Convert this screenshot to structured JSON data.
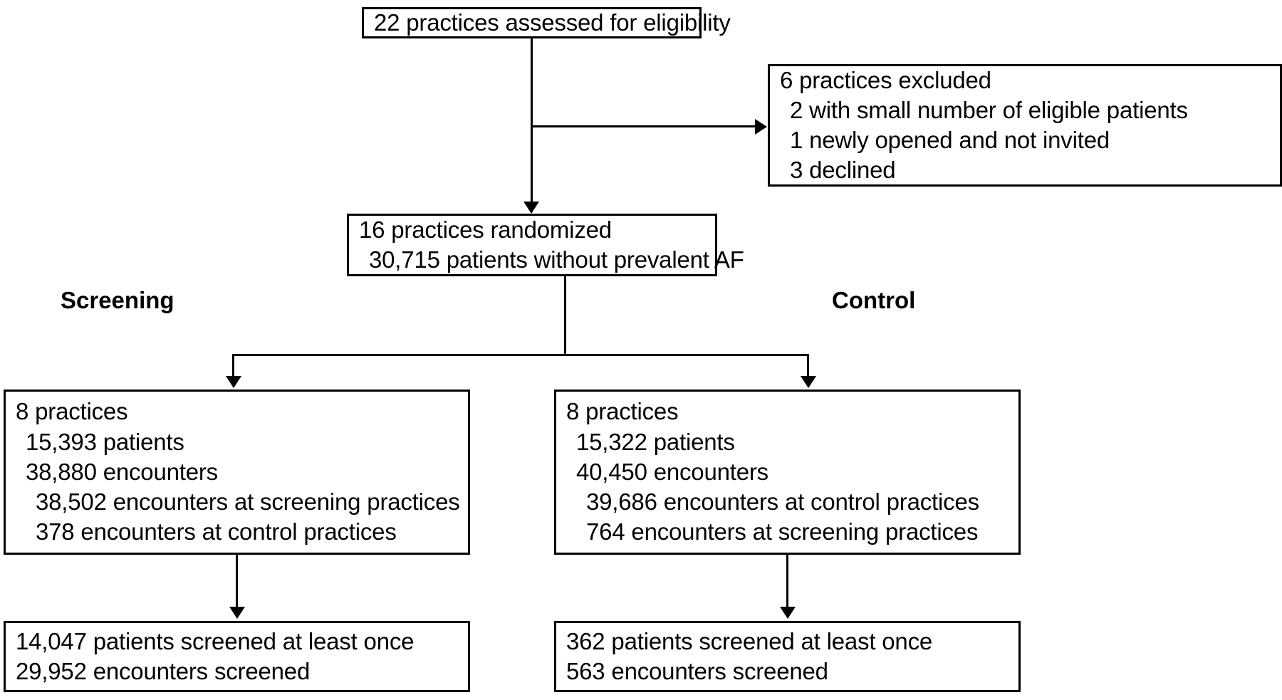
{
  "diagram": {
    "type": "flowchart",
    "title": "CONSORT participant flow diagram",
    "colors": {
      "stroke": "#000000",
      "background": "#ffffff",
      "text": "#000000"
    },
    "group_labels": {
      "left": "Screening",
      "right": "Control"
    },
    "nodes": {
      "assessed": {
        "lines": [
          "22 practices assessed for eligibility"
        ]
      },
      "excluded": {
        "lines": [
          "6 practices excluded",
          "2 with small number of eligible patients",
          "1 newly opened and not invited",
          "3 declined"
        ]
      },
      "randomized": {
        "lines": [
          "16 practices randomized",
          "30,715 patients without prevalent AF"
        ]
      },
      "screening_arm": {
        "lines": [
          "8 practices",
          "15,393 patients",
          "38,880 encounters",
          "38,502 encounters at screening practices",
          "378 encounters at control practices"
        ]
      },
      "control_arm": {
        "lines": [
          "8 practices",
          "15,322 patients",
          "40,450 encounters",
          "39,686 encounters at control practices",
          "764 encounters at screening practices"
        ]
      },
      "screening_outcome": {
        "lines": [
          "14,047 patients screened at least once",
          "29,952 encounters screened"
        ]
      },
      "control_outcome": {
        "lines": [
          "362 patients screened at least once",
          "563 encounters screened"
        ]
      }
    }
  }
}
